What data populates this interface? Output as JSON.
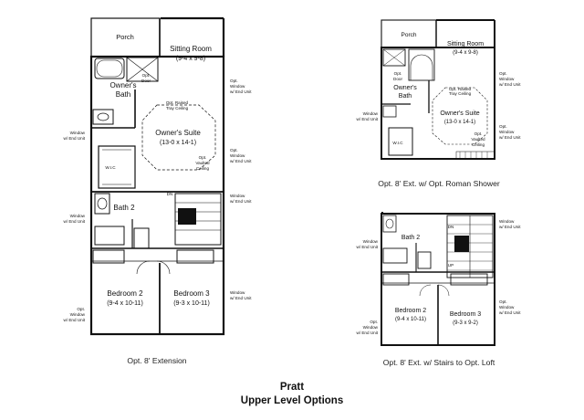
{
  "plan_a": {
    "porch": "Porch",
    "sitting_room": "Sitting Room",
    "sitting_room_dim": "(9-4 x 9-8)",
    "owners_bath_1": "Owner's",
    "owners_bath_2": "Bath",
    "opt_door_1": "Opt.",
    "opt_door_2": "Door",
    "tray_1": "Opt. Raised",
    "tray_2": "Tray Ceiling",
    "owners_suite": "Owner's Suite",
    "owners_suite_dim": "(13-0 x 14-1)",
    "wic": "W.I.C",
    "vaulted_1": "Opt.",
    "vaulted_2": "Vaulted",
    "vaulted_3": "Ceiling",
    "bath2": "Bath 2",
    "bedroom2": "Bedroom 2",
    "bedroom2_dim": "(9-4 x 10-11)",
    "bedroom3": "Bedroom 3",
    "bedroom3_dim": "(9-3 x 10-11)",
    "dn": "DN",
    "opt_win_a_1": "Opt.",
    "opt_win_a_2": "Window",
    "opt_win_a_3": "w/ End Unit",
    "opt_win_b_1": "Opt.",
    "opt_win_b_2": "Window",
    "opt_win_b_3": "w/ End Unit",
    "win_c_1": "Window",
    "win_c_2": "w/ End Unit",
    "win_d_1": "Window",
    "win_d_2": "w/ End Unit",
    "win_l1_1": "Window",
    "win_l1_2": "w/ End Unit",
    "win_l2_1": "Window",
    "win_l2_2": "w/ End Unit",
    "opt_win_l_1": "Opt.",
    "opt_win_l_2": "Window",
    "opt_win_l_3": "w/ End Unit",
    "caption": "Opt. 8' Extension"
  },
  "plan_b": {
    "porch": "Porch",
    "sitting_room": "Sitting Room",
    "sitting_room_dim": "(9-4 x 9-8)",
    "owners_bath_1": "Owner's",
    "owners_bath_2": "Bath",
    "opt_door_1": "Opt.",
    "opt_door_2": "Door",
    "tray_1": "Opt. Raised",
    "tray_2": "Tray Ceiling",
    "owners_suite": "Owner's Suite",
    "owners_suite_dim": "(13-0 x 14-1)",
    "wic": "W.I.C",
    "vaulted_1": "Opt.",
    "vaulted_2": "Vaulted",
    "vaulted_3": "Ceiling",
    "win_r1_1": "Opt.",
    "win_r1_2": "Window",
    "win_r1_3": "w/ End Unit",
    "win_r2_1": "Opt.",
    "win_r2_2": "Window",
    "win_r2_3": "w/ End Unit",
    "win_l_1": "Window",
    "win_l_2": "w/ End Unit",
    "caption": "Opt. 8' Ext. w/ Opt. Roman Shower"
  },
  "plan_c": {
    "bath2": "Bath 2",
    "bedroom2": "Bedroom 2",
    "bedroom2_dim": "(9-4 x 10-11)",
    "bedroom3": "Bedroom 3",
    "bedroom3_dim": "(9-3 x 9-2)",
    "dn": "DN",
    "up": "UP",
    "win_l_1": "Window",
    "win_l_2": "w/ End Unit",
    "win_r_1": "Window",
    "win_r_2": "w/ End Unit",
    "opt_win_r_1": "Opt.",
    "opt_win_r_2": "Window",
    "opt_win_r_3": "w/ End Unit",
    "opt_win_l_1": "Opt.",
    "opt_win_l_2": "Window",
    "opt_win_l_3": "w/ End Unit",
    "caption": "Opt. 8' Ext. w/ Stairs to Opt. Loft"
  },
  "footer": {
    "name": "Pratt",
    "subtitle": "Upper Level Options"
  }
}
